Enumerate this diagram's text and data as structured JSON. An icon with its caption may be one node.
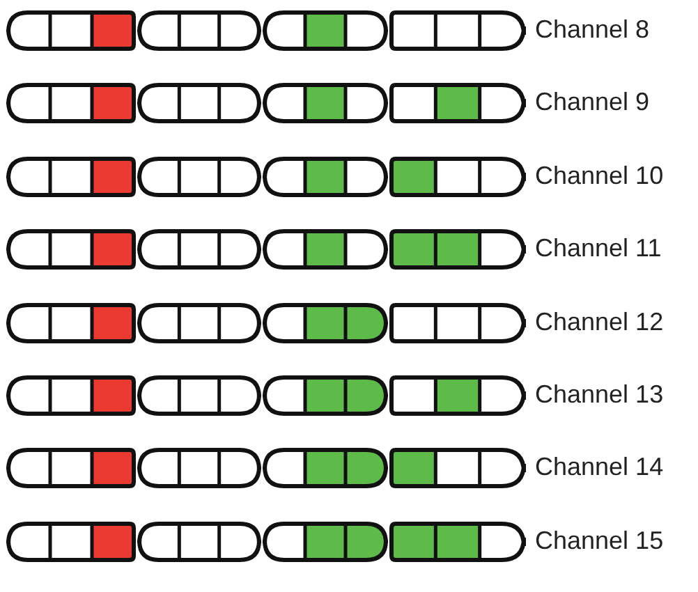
{
  "diagram": {
    "nodes": [
      {
        "text": [],
        "shape": "picture",
        "beside": [
          "Channel 8"
        ]
      },
      {
        "text": [],
        "shape": "picture",
        "beside": [
          "Channel 9"
        ]
      },
      {
        "text": [],
        "shape": "picture",
        "beside": [
          "Channel 10"
        ]
      },
      {
        "text": [],
        "shape": "picture",
        "beside": [
          "Channel 11"
        ]
      },
      {
        "text": [],
        "shape": "picture",
        "beside": [
          "Channel 12"
        ]
      },
      {
        "text": [],
        "shape": "picture",
        "beside": [
          "Channel 13"
        ]
      },
      {
        "text": [],
        "shape": "picture",
        "beside": [
          "Channel 14"
        ]
      },
      {
        "text": [],
        "shape": "picture",
        "beside": [
          "Channel 15"
        ]
      }
    ]
  }
}
